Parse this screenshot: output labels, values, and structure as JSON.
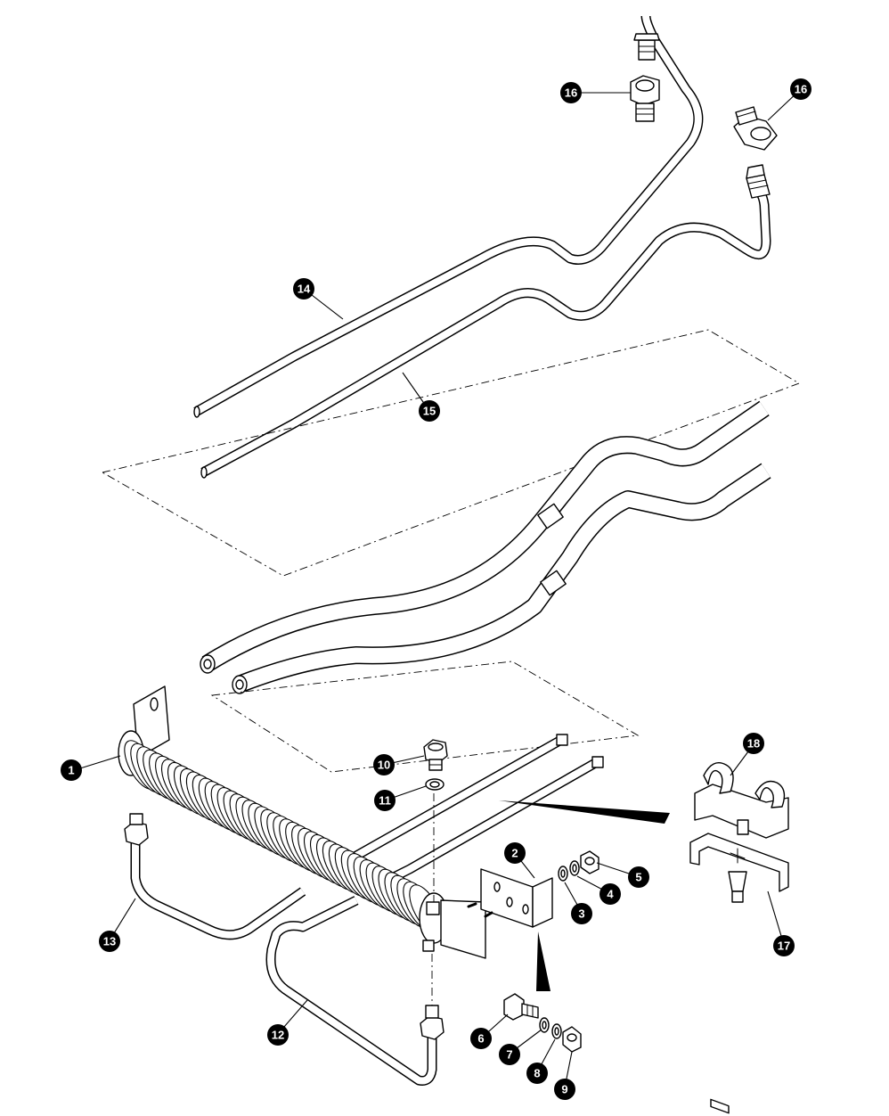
{
  "callouts": [
    {
      "id": "1",
      "label": "1"
    },
    {
      "id": "2",
      "label": "2"
    },
    {
      "id": "3",
      "label": "3"
    },
    {
      "id": "4",
      "label": "4"
    },
    {
      "id": "5",
      "label": "5"
    },
    {
      "id": "6",
      "label": "6"
    },
    {
      "id": "7",
      "label": "7"
    },
    {
      "id": "8",
      "label": "8"
    },
    {
      "id": "9",
      "label": "9"
    },
    {
      "id": "10",
      "label": "10"
    },
    {
      "id": "11",
      "label": "11"
    },
    {
      "id": "12",
      "label": "12"
    },
    {
      "id": "13",
      "label": "13"
    },
    {
      "id": "14",
      "label": "14"
    },
    {
      "id": "15",
      "label": "15"
    },
    {
      "id": "16a",
      "label": "16"
    },
    {
      "id": "16b",
      "label": "16"
    },
    {
      "id": "17",
      "label": "17"
    },
    {
      "id": "18",
      "label": "18"
    }
  ]
}
